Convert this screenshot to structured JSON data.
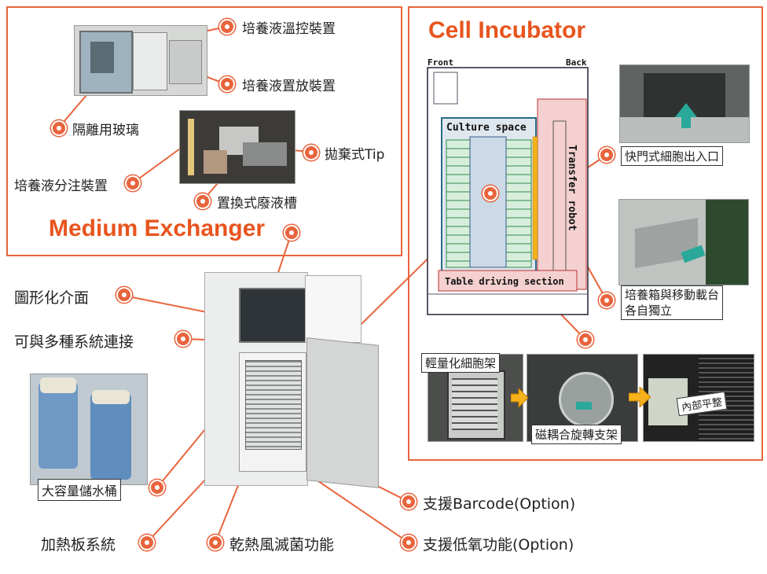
{
  "medium_exchanger": {
    "title": "Medium Exchanger",
    "labels": {
      "temp_control": "培養液溫控裝置",
      "storage": "培養液置放裝置",
      "glass": "隔離用玻璃",
      "dispense": "培養液分注裝置",
      "tip": "拋棄式Tip",
      "waste": "置換式廢液槽"
    }
  },
  "cell_incubator": {
    "title": "Cell Incubator",
    "diagram": {
      "front": "Front",
      "back": "Back",
      "culture_space": "Culture space",
      "transfer_robot": "Transfer robot",
      "table_driving": "Table driving section"
    },
    "labels": {
      "shutter": "快門式細胞出入口",
      "independent_line1": "培養箱與移動載台",
      "independent_line2": "各自獨立",
      "light_rack": "輕量化細胞架",
      "magnetic_rack": "磁耦合旋轉支架",
      "flat_inside": "內部平整"
    }
  },
  "main_labels": {
    "gui": "圖形化介面",
    "connect": "可與多種系統連接",
    "water_tank": "大容量儲水桶",
    "heating": "加熱板系統",
    "sterilize": "乾熱風滅菌功能",
    "barcode": "支援Barcode(Option)",
    "hypoxia": "支援低氧功能(Option)"
  },
  "colors": {
    "accent": "#e8643c",
    "title": "#e8541e",
    "arrow_teal": "#2aa89a",
    "arrow_yellow": "#f5b21b"
  }
}
